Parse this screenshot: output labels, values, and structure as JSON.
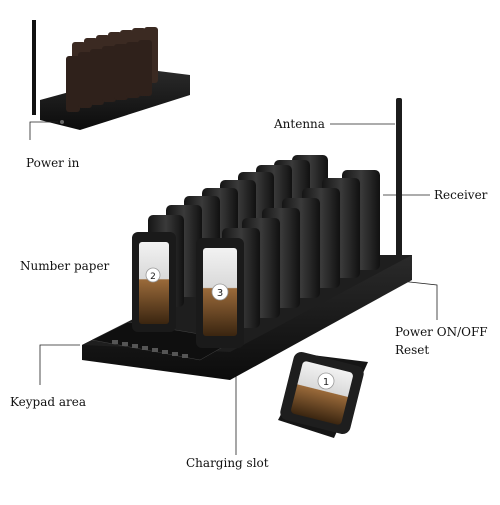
{
  "labels": {
    "power_in": "Power in",
    "antenna": "Antenna",
    "receiver": "Receiver",
    "number_paper": "Number paper",
    "power_reset_line1": "Power ON/OFF",
    "power_reset_line2": "Reset",
    "keypad_area": "Keypad area",
    "charging_slot": "Charging slot"
  },
  "pager_numbers": {
    "front_left": "2",
    "front_middle": "3",
    "single": "1"
  },
  "colors": {
    "device": "#1a1a1a",
    "pager": "#2b2b2b",
    "leader_line": "#222222"
  }
}
